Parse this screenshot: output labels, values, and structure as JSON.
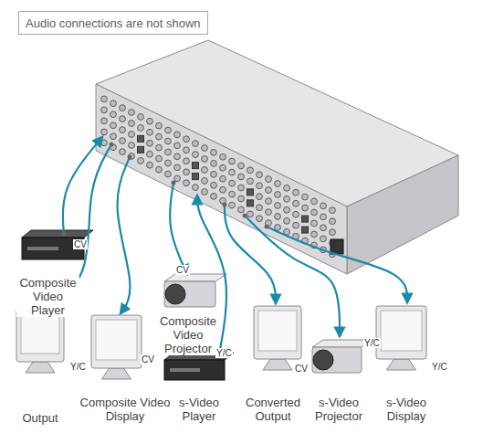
{
  "diagram": {
    "nodes": [
      {
        "text": [
          "Audio connections are not shown"
        ]
      },
      {
        "text": [
          "Composite Video Player"
        ]
      },
      {
        "text": [
          "Output"
        ]
      },
      {
        "text": [
          "Composite Video Display"
        ]
      },
      {
        "text": [
          "Composite Video Projector"
        ]
      },
      {
        "text": [
          "s-Video Player"
        ]
      },
      {
        "text": [
          "Converted Output"
        ]
      },
      {
        "text": [
          "s-Video Projector"
        ]
      },
      {
        "text": [
          "s-Video Display"
        ]
      }
    ],
    "labels": [
      "CV",
      "Y/C",
      "CV",
      "CV",
      "Y/C",
      "CV",
      "Y/C",
      "Y/C"
    ]
  }
}
